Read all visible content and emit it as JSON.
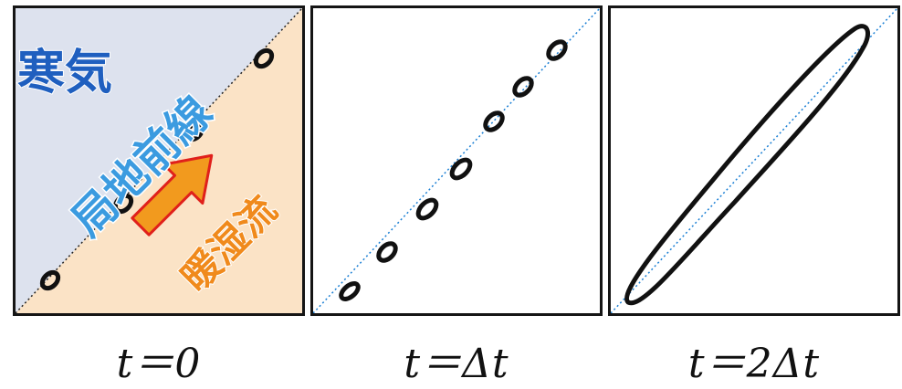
{
  "panels": [
    {
      "time_label": "t＝0",
      "annotations": {
        "cold_air": "寒気",
        "local_front": "局地前線",
        "warm_moist_flow": "暖湿流"
      }
    },
    {
      "time_label": "t＝Δt"
    },
    {
      "time_label": "t＝2Δt"
    }
  ],
  "colors": {
    "cold_region": "#dde2ee",
    "warm_region": "#fbe3c6",
    "cold_text": "#1f5fbf",
    "front_text": "#3b9be0",
    "warm_text": "#f08a1c",
    "arrow_fill": "#f29a1e",
    "arrow_outline": "#e0201b",
    "front_line": "#1a7fd4",
    "cloud_outline": "#111111"
  },
  "icons": [
    "warm-flow-arrow-icon"
  ]
}
